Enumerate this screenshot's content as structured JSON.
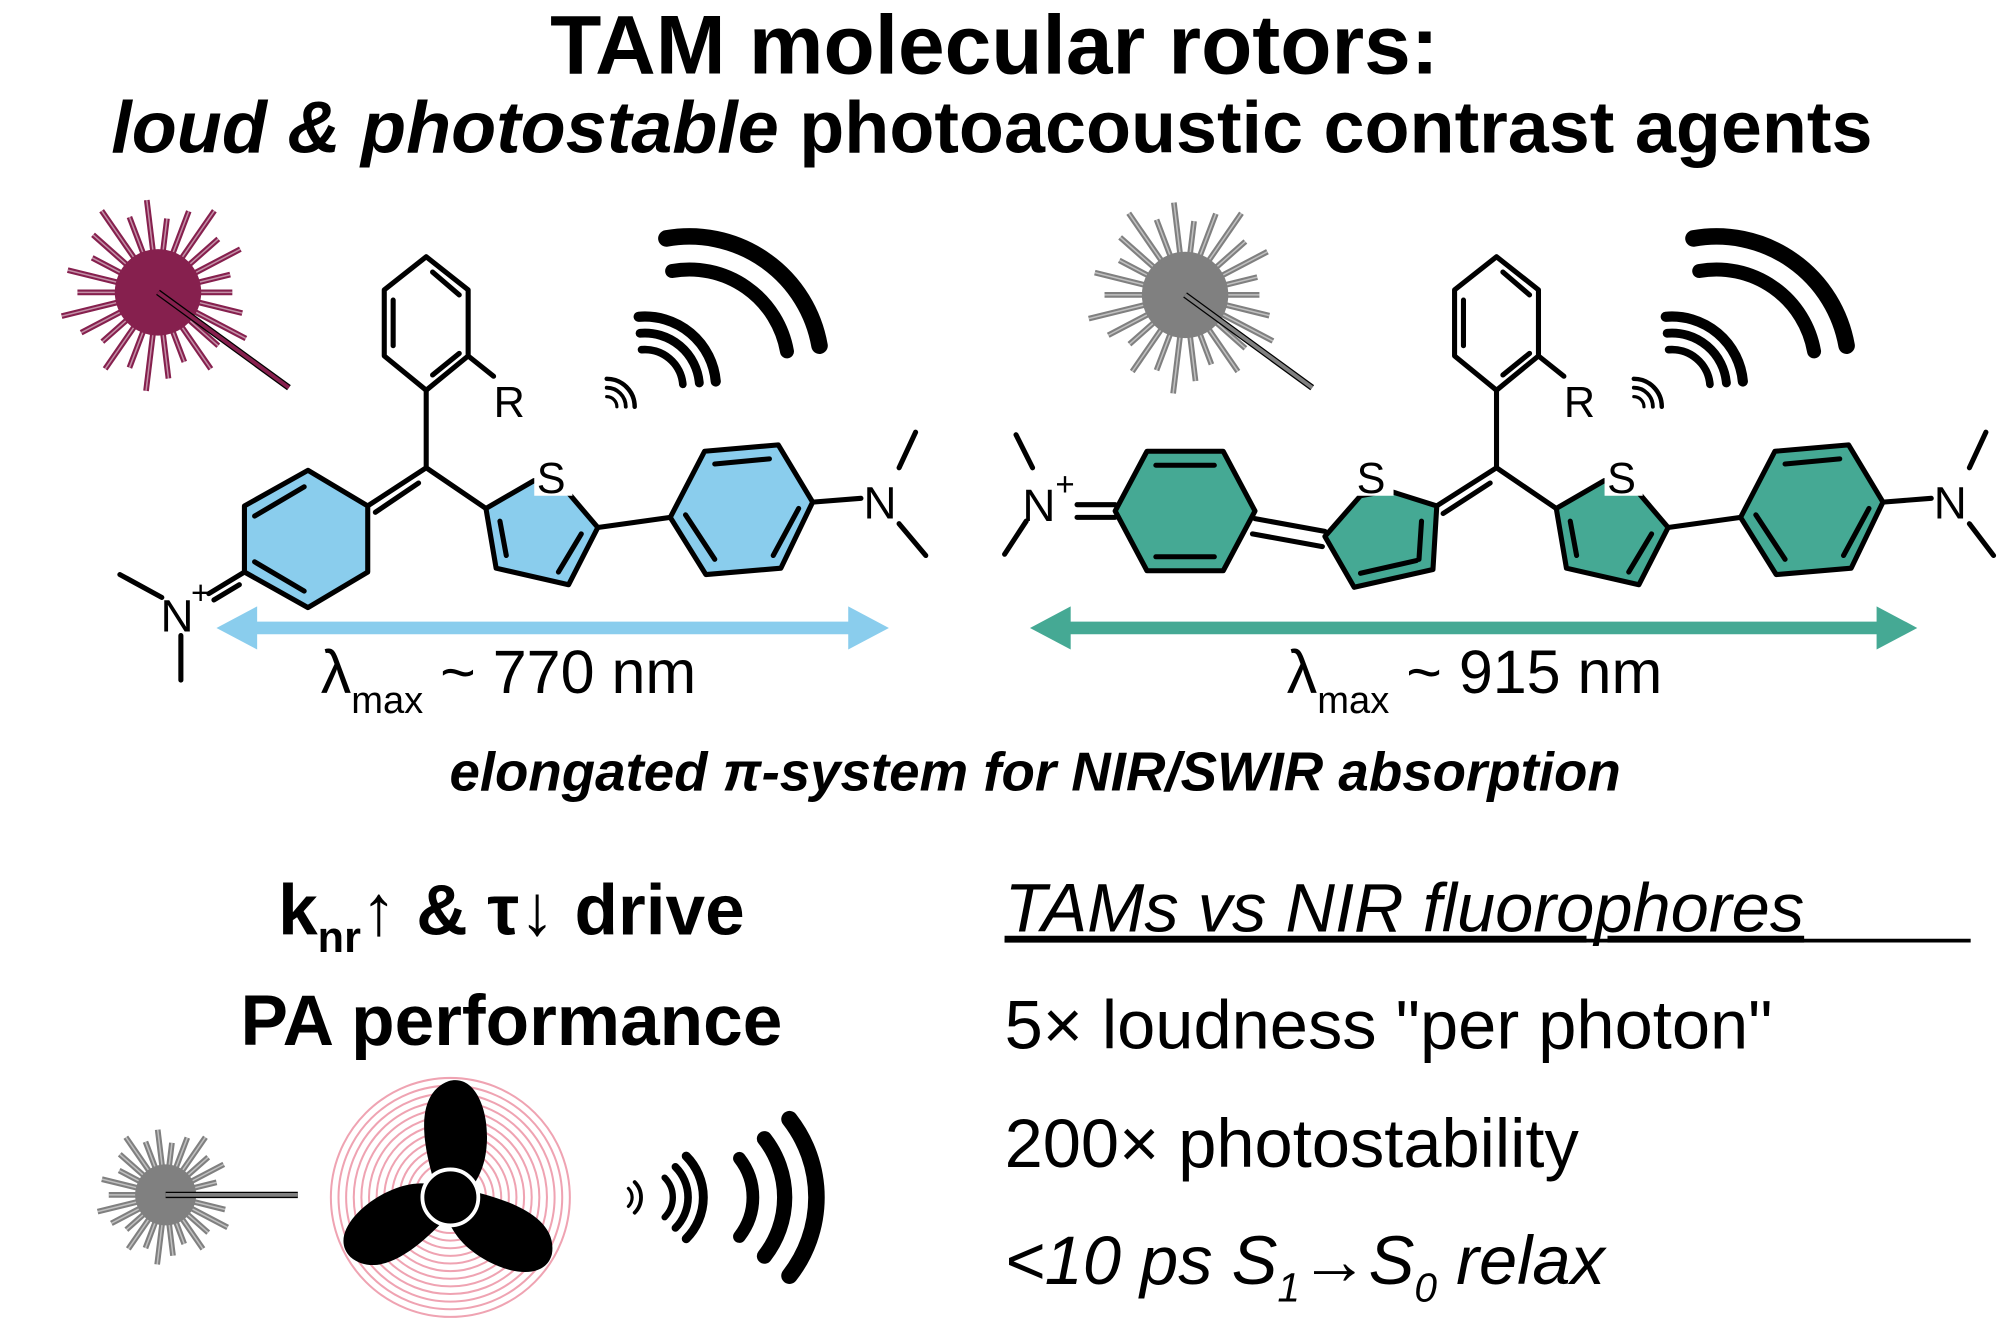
{
  "title": {
    "line1": "TAM molecular rotors:",
    "line2_italic": "loud & photostable",
    "line2_rest": " photoacoustic contrast agents"
  },
  "colors": {
    "laser_purple": "#86204E",
    "laser_gray": "#808080",
    "blue_dye": "#8ACDED",
    "teal_dye": "#45A994",
    "rotor_pink": "#EFA3B2"
  },
  "molecule_left": {
    "substituent": "R",
    "sulfur": "S",
    "n_plus": "N",
    "plus": "+",
    "n_amine": "N",
    "lambda": "λ",
    "lambda_sub": "max",
    "lambda_value": " ~ 770 nm"
  },
  "molecule_right": {
    "substituent": "R",
    "sulfur_a": "S",
    "sulfur_b": "S",
    "n_plus": "N",
    "plus": "+",
    "n_amine": "N",
    "lambda": "λ",
    "lambda_sub": "max",
    "lambda_value": " ~ 915 nm"
  },
  "subtitle": "elongated π-system for NIR/SWIR absorption",
  "mechanism": {
    "k": "k",
    "k_sub": "nr",
    "rest1": "↑ & τ↓ drive",
    "line2": "PA performance"
  },
  "comparison": {
    "heading": "TAMs vs NIR fluorophores",
    "point1": "5× loudness \"per photon\"",
    "point2": "200× photostability",
    "point3_a": "<10 ps S",
    "point3_sub1": "1",
    "point3_b": "→S",
    "point3_sub2": "0",
    "point3_c": " relax"
  }
}
